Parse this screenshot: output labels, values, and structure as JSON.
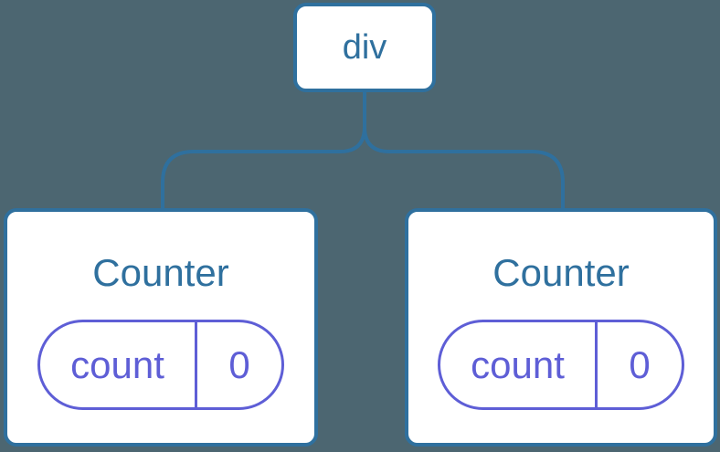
{
  "diagram": {
    "root": {
      "label": "div"
    },
    "children": [
      {
        "title": "Counter",
        "state_key": "count",
        "state_value": "0"
      },
      {
        "title": "Counter",
        "state_key": "count",
        "state_value": "0"
      }
    ],
    "colors": {
      "background": "#4C6671",
      "node-blue": "#2F709E",
      "state-purple": "#5E5ED6",
      "card-bg": "#FFFFFF"
    }
  }
}
